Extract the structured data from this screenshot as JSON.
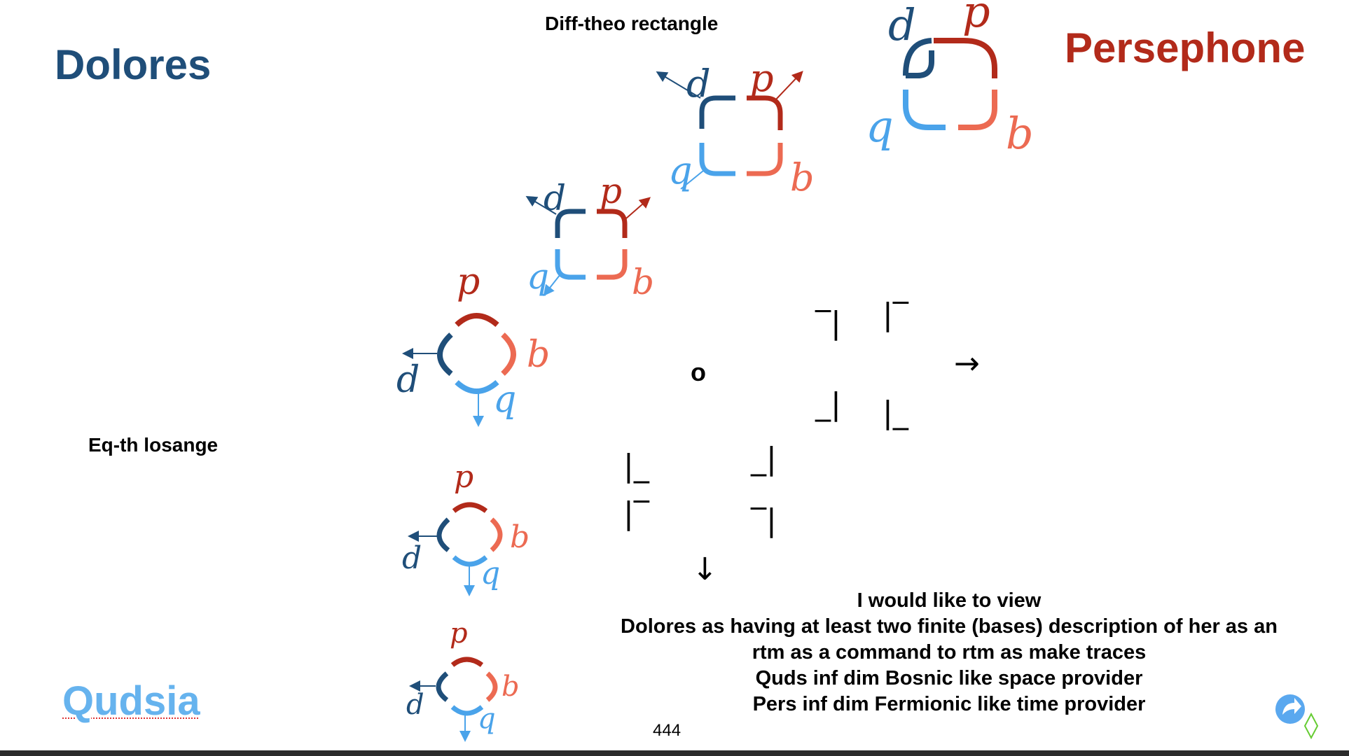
{
  "titles": {
    "dolores": "Dolores",
    "persephone": "Persephone",
    "qudsia": "Qudsia"
  },
  "labels": {
    "rectangle": "Diff-theo rectangle",
    "losange": "Eq-th losange"
  },
  "variables": {
    "d": "d",
    "p": "p",
    "q": "q",
    "b": "b"
  },
  "symbols": {
    "circle": "o",
    "arrow_right": "→",
    "arrow_down": "↓",
    "ur_corner": "‾|",
    "ul_corner": "|‾",
    "lr_corner": "_|",
    "ll_corner": "|_"
  },
  "note": {
    "line1": "I would like to view",
    "line2": "Dolores as having at least two finite (bases) description of her as an",
    "line3": "rtm as a command to rtm as make traces",
    "line4": "Quds inf dim Bosnic like space provider",
    "line5": "Pers inf dim Fermionic like time provider"
  },
  "page_number": "444",
  "colors": {
    "dolores": "#1f4e79",
    "persephone": "#b22a1a",
    "qudsia": "#66b3ee",
    "salmon": "#ec6a52",
    "light_blue": "#4aa3ea",
    "nav_icon": "#5aa8ef",
    "diamond": "#66cc33"
  },
  "icons": {
    "nav": "share-arrow-icon",
    "diamond": "diamond-icon"
  }
}
